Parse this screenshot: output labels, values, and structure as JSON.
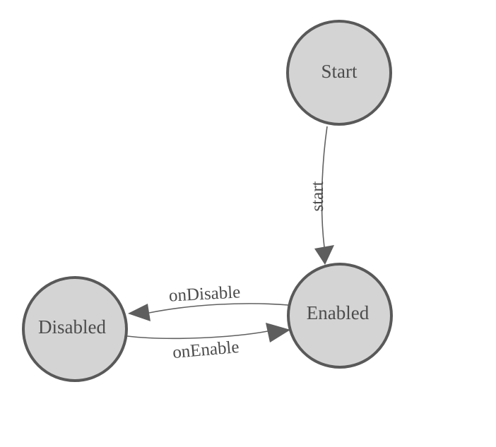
{
  "diagram": {
    "type": "finite-state-machine",
    "states": [
      {
        "id": "start",
        "label": "Start"
      },
      {
        "id": "enabled",
        "label": "Enabled"
      },
      {
        "id": "disabled",
        "label": "Disabled"
      }
    ],
    "transitions": [
      {
        "id": "start-to-enabled",
        "label": "start",
        "from": "Start",
        "to": "Enabled"
      },
      {
        "id": "enabled-to-disabled",
        "label": "onDisable",
        "from": "Enabled",
        "to": "Disabled"
      },
      {
        "id": "disabled-to-enabled",
        "label": "onEnable",
        "from": "Disabled",
        "to": "Enabled"
      }
    ],
    "colors": {
      "background": "#ffffff",
      "state_fill": "#d4d4d4",
      "state_stroke": "#595959",
      "edge_stroke": "#616161",
      "arrowhead_fill": "#5e5e5e",
      "label_text": "#4c4c4c"
    }
  }
}
